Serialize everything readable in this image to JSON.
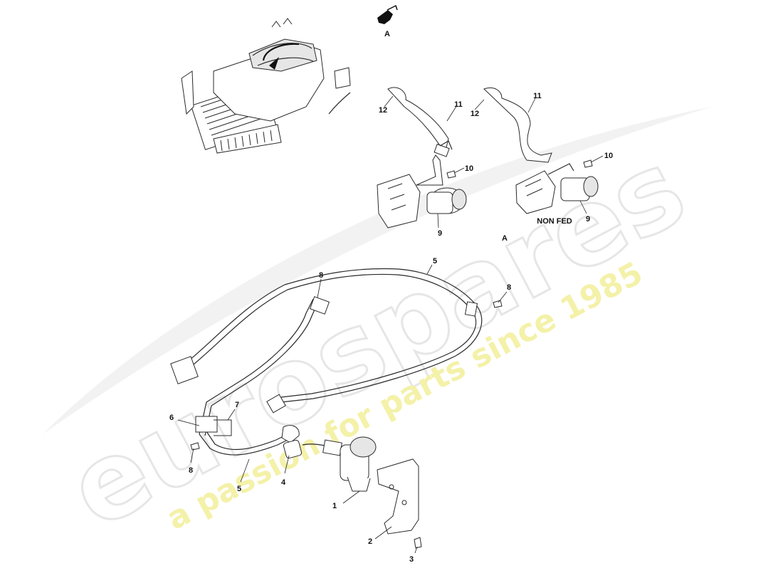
{
  "watermark": {
    "brand": "eurospares",
    "tagline": "a passion for parts since 1985"
  },
  "view_label": "A",
  "engine_view_label": "A",
  "note_non_fed": "NON FED",
  "callouts": [
    {
      "id": "c1",
      "text": "1"
    },
    {
      "id": "c2",
      "text": "2"
    },
    {
      "id": "c3",
      "text": "3"
    },
    {
      "id": "c4",
      "text": "4"
    },
    {
      "id": "c5a",
      "text": "5"
    },
    {
      "id": "c5b",
      "text": "5"
    },
    {
      "id": "c6",
      "text": "6"
    },
    {
      "id": "c7",
      "text": "7"
    },
    {
      "id": "c8a",
      "text": "8"
    },
    {
      "id": "c8b",
      "text": "8"
    },
    {
      "id": "c8c",
      "text": "8"
    },
    {
      "id": "c9a",
      "text": "9"
    },
    {
      "id": "c9b",
      "text": "9"
    },
    {
      "id": "c10a",
      "text": "10"
    },
    {
      "id": "c10b",
      "text": "10"
    },
    {
      "id": "c11a",
      "text": "11"
    },
    {
      "id": "c11b",
      "text": "11"
    },
    {
      "id": "c12a",
      "text": "12"
    },
    {
      "id": "c12b",
      "text": "12"
    }
  ]
}
